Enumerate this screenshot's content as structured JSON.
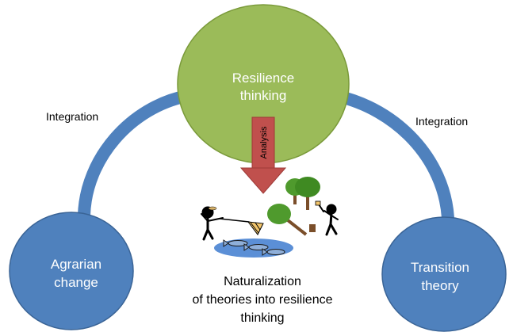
{
  "top_circle": {
    "line1": "Resilience",
    "line2": "thinking",
    "fill": "#9BBB59",
    "stroke": "#7A9A3A"
  },
  "left_circle": {
    "line1": "Agrarian",
    "line2": "change",
    "fill": "#4F81BD",
    "stroke": "#3A6496"
  },
  "right_circle": {
    "line1": "Transition",
    "line2": "theory",
    "fill": "#4F81BD",
    "stroke": "#3A6496"
  },
  "left_arrow_label": "Integration",
  "right_arrow_label": "Integration",
  "down_arrow_label": "Analysis",
  "bottom_caption": {
    "line1": "Naturalization",
    "line2": "of theories into resilience",
    "line3": "thinking"
  },
  "colors": {
    "arc_arrow": "#4F81BD",
    "down_arrow": "#C0504D",
    "pond": "#5B8FD6"
  },
  "illustration": {
    "fishers": "stick-figure-fishing-icon",
    "logger": "stick-figure-axe-icon",
    "trees": "trees-icon",
    "fish": "fish-icon"
  }
}
